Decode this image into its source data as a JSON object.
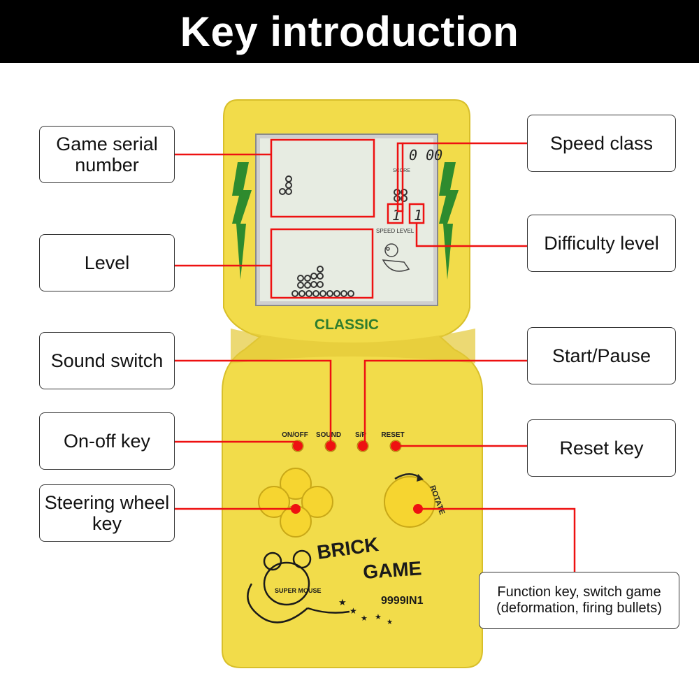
{
  "header": {
    "title": "Key introduction"
  },
  "device": {
    "brand_label": "CLASSIC",
    "score_digits": "0 00",
    "score_label": "SCORE",
    "speed_digit": "1",
    "level_digit": "1",
    "speed_level_label": "SPEED LEVEL",
    "buttons": [
      "ON/OFF",
      "SOUND",
      "S/P",
      "RESET"
    ],
    "rotate_label": "ROTATE",
    "logo_line1": "BRICK",
    "logo_line2": "GAME",
    "logo_mascot": "SUPER MOUSE",
    "model": "9999IN1",
    "body_color": "#f2dc4a",
    "accent_color": "#e11111"
  },
  "labels": {
    "game_serial": "Game serial number",
    "level": "Level",
    "sound_switch": "Sound switch",
    "on_off": "On-off key",
    "steering": "Steering wheel key",
    "speed_class": "Speed class",
    "difficulty": "Difficulty level",
    "start_pause": "Start/Pause",
    "reset": "Reset key",
    "function_key": "Function key, switch game (deformation, firing bullets)"
  }
}
